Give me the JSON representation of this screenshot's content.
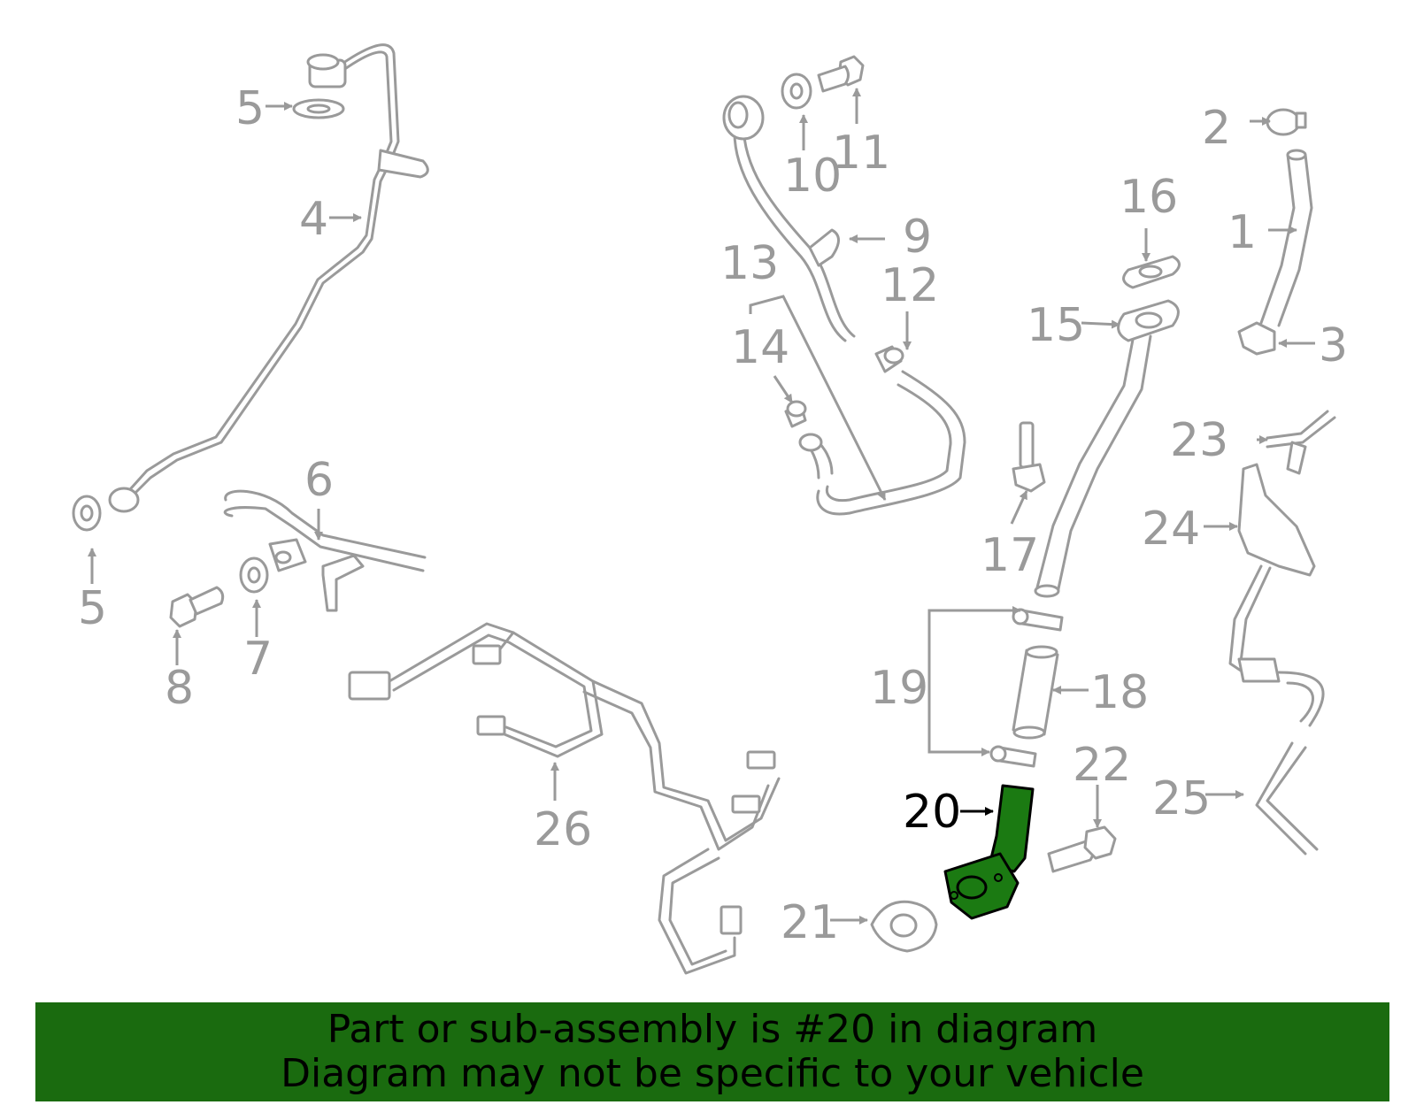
{
  "diagram": {
    "highlight_color": "#1b7a12",
    "line_color": "#9a9a9a",
    "highlighted_part": "20",
    "callouts": [
      "1",
      "2",
      "3",
      "4",
      "5",
      "5",
      "6",
      "7",
      "8",
      "9",
      "10",
      "11",
      "12",
      "13",
      "14",
      "15",
      "16",
      "17",
      "18",
      "19",
      "20",
      "21",
      "22",
      "23",
      "24",
      "25",
      "26"
    ]
  },
  "banner": {
    "background": "#1a6b0f",
    "line1": "Part or sub-assembly is #20 in diagram",
    "line2": "Diagram may not be specific to your vehicle"
  }
}
